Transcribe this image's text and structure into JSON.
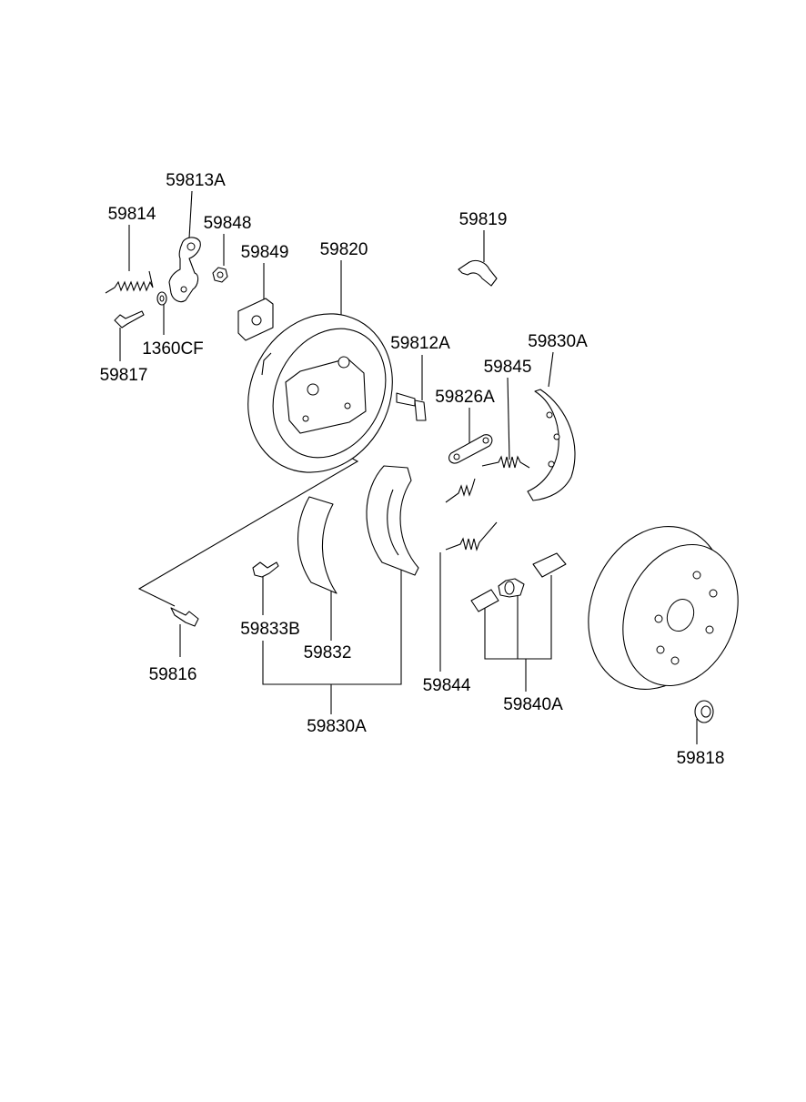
{
  "diagram": {
    "labels": {
      "p59813A": "59813A",
      "p59814": "59814",
      "p59848": "59848",
      "p59849": "59849",
      "p59820": "59820",
      "p59819": "59819",
      "p59817": "59817",
      "p1360CF": "1360CF",
      "p59812A": "59812A",
      "p59830A_top": "59830A",
      "p59845": "59845",
      "p59826A": "59826A",
      "p59833B": "59833B",
      "p59832": "59832",
      "p59816": "59816",
      "p59830A_bottom": "59830A",
      "p59844": "59844",
      "p59840A": "59840A",
      "p59818": "59818"
    }
  }
}
